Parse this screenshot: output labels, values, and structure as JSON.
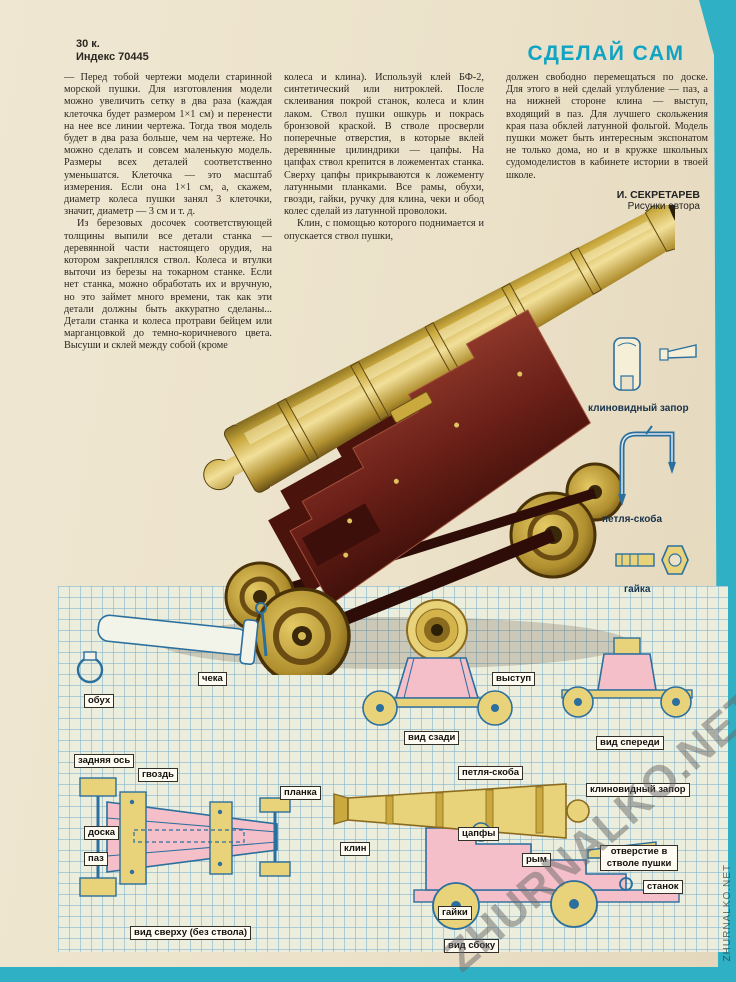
{
  "page": {
    "price": "30 к.",
    "index": "Индекс 70445",
    "title": "СДЕЛАЙ САМ"
  },
  "columns": {
    "col1_p1": "— Перед тобой чертежи модели старинной морской пушки. Для изготовления модели можно увеличить сетку в два раза (каждая клеточка будет размером 1×1 см) и перенести на нее все линии чертежа. Тогда твоя модель будет в два раза больше, чем на чертеже. Но можно сделать и совсем маленькую модель. Размеры всех деталей соответственно уменьшатся. Клеточка — это масштаб измерения. Если она 1×1 см, а, скажем, диаметр колеса пушки занял 3 клеточки, значит, диаметр — 3 см и т. д.",
    "col1_p2": "Из березовых досочек соответствующей толщины выпили все детали станка — деревянной части настоящего орудия, на котором закреплялся ствол. Колеса и втулки выточи из березы на токарном станке. Если нет станка, можно обработать их и вручную, но это займет много времени, так как эти детали должны быть аккуратно сделаны... Детали станка и колеса протрави бейцем или марганцовкой до темно-коричневого цвета. Высуши и склей между собой (кроме",
    "col2_p1": "колеса и клина). Используй клей БФ-2, синтетический или нитроклей. После склеивания покрой станок, колеса и клин лаком. Ствол пушки ошкурь и покрась бронзовой краской. В стволе просверли поперечные отверстия, в которые вклей деревянные цилиндрики — цапфы. На цапфах ствол крепится в ложементах станка. Сверху цапфы прикрываются к ложементу латунными планками. Все рамы, обухи, гвозди, гайки, ручку для клина, чеки и обод колес сделай из латунной проволоки.",
    "col2_p2": "Клин, с помощью которого поднимается и опускается ствол пушки,",
    "col3_p1": "должен свободно перемещаться по доске. Для этого в ней сделай углубление — паз, а на нижней стороне клина — выступ, входящий в паз. Для лучшего скольжения края паза обклей латунной фольгой. Модель пушки может быть интересным экспонатом не только дома, но и в кружке школьных судомоделистов в кабинете истории в твоей школе.",
    "author": "И. СЕКРЕТАРЕВ",
    "author_sub": "Рисунки автора"
  },
  "side_labels": {
    "wedge_lock": "клиновидный запор",
    "loop_bracket": "петля-скоба",
    "nut": "гайка"
  },
  "labels": {
    "cheka": "чека",
    "obukh": "обух",
    "rear_axle": "задняя ось",
    "nail": "гвоздь",
    "planka": "планка",
    "board": "доска",
    "groove": "паз",
    "top_view": "вид сверху (без ствола)",
    "back_view": "вид сзади",
    "ledge": "выступ",
    "front_view": "вид спереди",
    "loop_bracket": "петля-скоба",
    "wedge_lock": "клиновидный запор",
    "wedge": "клин",
    "trunnions": "цапфы",
    "ring_bolt": "рым",
    "barrel_hole": "отверстие в стволе пушки",
    "mount": "станок",
    "nuts": "гайки",
    "side_view": "вид сбоку"
  },
  "watermark": {
    "diagonal": "ZHURNALKO.NET",
    "vertical": "ZHURNALKO.NET"
  },
  "colors": {
    "accent_cyan": "#0fa3c4",
    "paper": "#ece2ca",
    "brass": "#caa93e",
    "carriage_wood": "#6b2018",
    "diagram_blue": "#2b6f9e",
    "diagram_pink": "#f5bfca",
    "diagram_yellow": "#e8d27a"
  }
}
